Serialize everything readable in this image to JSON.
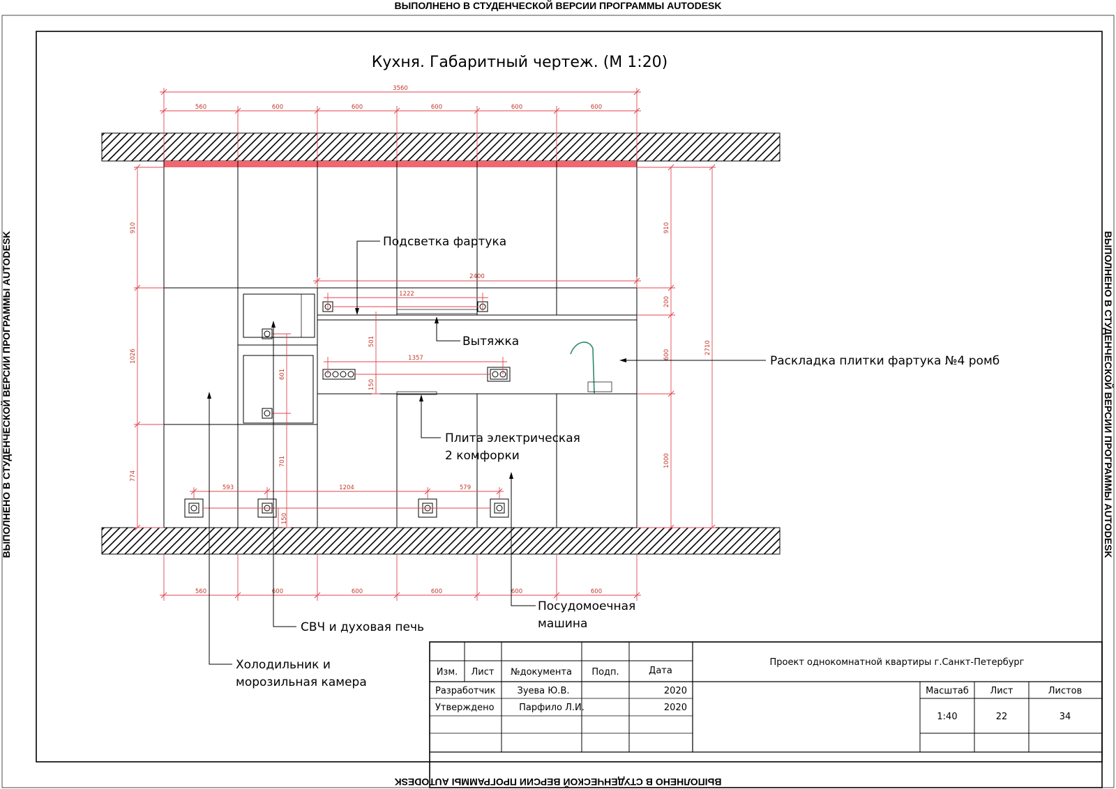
{
  "watermark": "ВЫПОЛНЕНО В СТУДЕНЧЕСКОЙ ВЕРСИИ ПРОГРАММЫ AUTODESK",
  "drawing_title": "Кухня. Габаритный чертеж. (М 1:20)",
  "callouts": {
    "apron_light": "Подсветка фартука",
    "hood": "Вытяжка",
    "tile_layout": "Раскладка плитки фартука №4 ромб",
    "stove_line1": "Плита электрическая",
    "stove_line2": "2 комфорки",
    "dishwasher_line1": "Посудомоечная",
    "dishwasher_line2": "машина",
    "microwave": "СВЧ и духовая печь",
    "fridge_line1": "Холодильник и",
    "fridge_line2": "морозильная камера"
  },
  "dimensions": {
    "overall_width": "3560",
    "top_segments": [
      "560",
      "600",
      "600",
      "600",
      "600",
      "600"
    ],
    "bottom_segments": [
      "560",
      "600",
      "600",
      "600",
      "600",
      "600"
    ],
    "left_heights": [
      "910",
      "1026",
      "774"
    ],
    "right_heights": [
      "910",
      "200",
      "600",
      "1000"
    ],
    "right_total": "2710",
    "apron_width": "2400",
    "light_width": "1222",
    "socket_row_width": "1357",
    "socket_row_height": "150",
    "hood_height": "501",
    "oven_socket_height": "601",
    "low_socket_height": "701",
    "low_socket_offset": "150",
    "low_row_segments": [
      "593",
      "1204",
      "579"
    ]
  },
  "title_block": {
    "headers": {
      "change": "Изм.",
      "sheet": "Лист",
      "doc_no": "№документа",
      "signature": "Подп.",
      "date": "Дата"
    },
    "project": "Проект однокомнатной квартиры г.Санкт-Петербург",
    "rows": [
      {
        "role": "Разработчик",
        "name": "Зуева Ю.В.",
        "date": "2020"
      },
      {
        "role": "Утверждено",
        "name": "Парфило Л.И.",
        "date": "2020"
      }
    ],
    "scale_label": "Масштаб",
    "sheet_label": "Лист",
    "sheets_label": "Листов",
    "scale": "1:40",
    "sheet_no": "22",
    "sheets_total": "34"
  }
}
